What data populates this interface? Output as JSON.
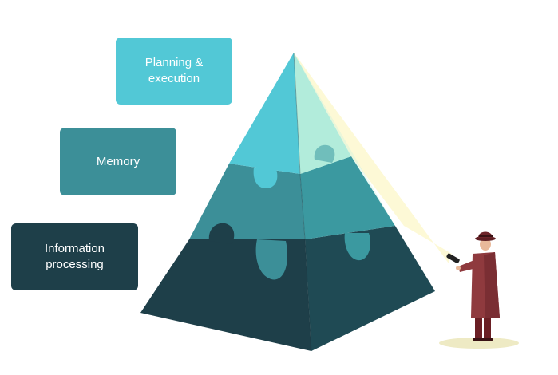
{
  "diagram": {
    "levels": [
      {
        "id": "planning",
        "label": "Planning &\nexecution",
        "color": "#52c8d6"
      },
      {
        "id": "memory",
        "label": "Memory",
        "color": "#3c8f98"
      },
      {
        "id": "information",
        "label": "Information\nprocessing",
        "color": "#1e3f49"
      }
    ],
    "icons": {
      "detective": "detective-with-flashlight-icon",
      "pyramid": "puzzle-pyramid-icon"
    }
  }
}
